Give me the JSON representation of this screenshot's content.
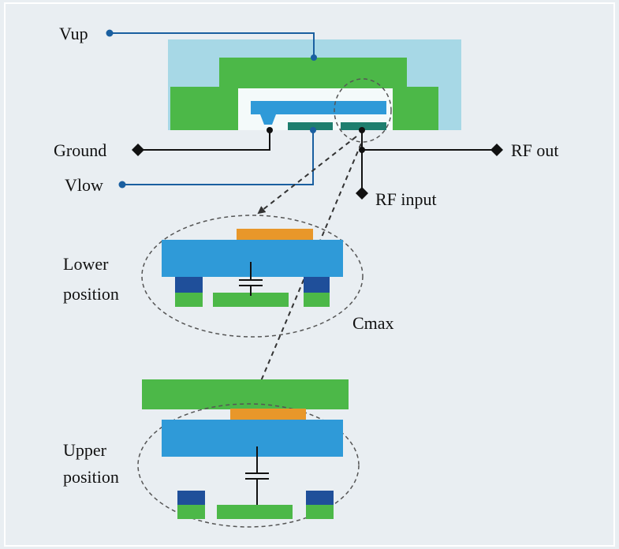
{
  "labels": {
    "vup": "Vup",
    "ground": "Ground",
    "vlow": "Vlow",
    "rf_out": "RF out",
    "rf_input": "RF input",
    "lower_position_line1": "Lower",
    "lower_position_line2": "position",
    "cmax": "Cmax",
    "upper_position_line1": "Upper",
    "upper_position_line2": "position"
  },
  "colors": {
    "background_panel": "#e9eef2",
    "frame_border": "#ffffff",
    "substrate_light_blue": "#a7d8e6",
    "electrode_green": "#4cb848",
    "membrane_blue": "#2f9ad8",
    "anchor_dark_blue": "#1f4f9a",
    "bottom_electrode_teal": "#1e7e6e",
    "contact_orange": "#e8972a",
    "wire_blue": "#1a5fa0",
    "wire_black": "#111111",
    "dashed_gray": "#666666"
  }
}
